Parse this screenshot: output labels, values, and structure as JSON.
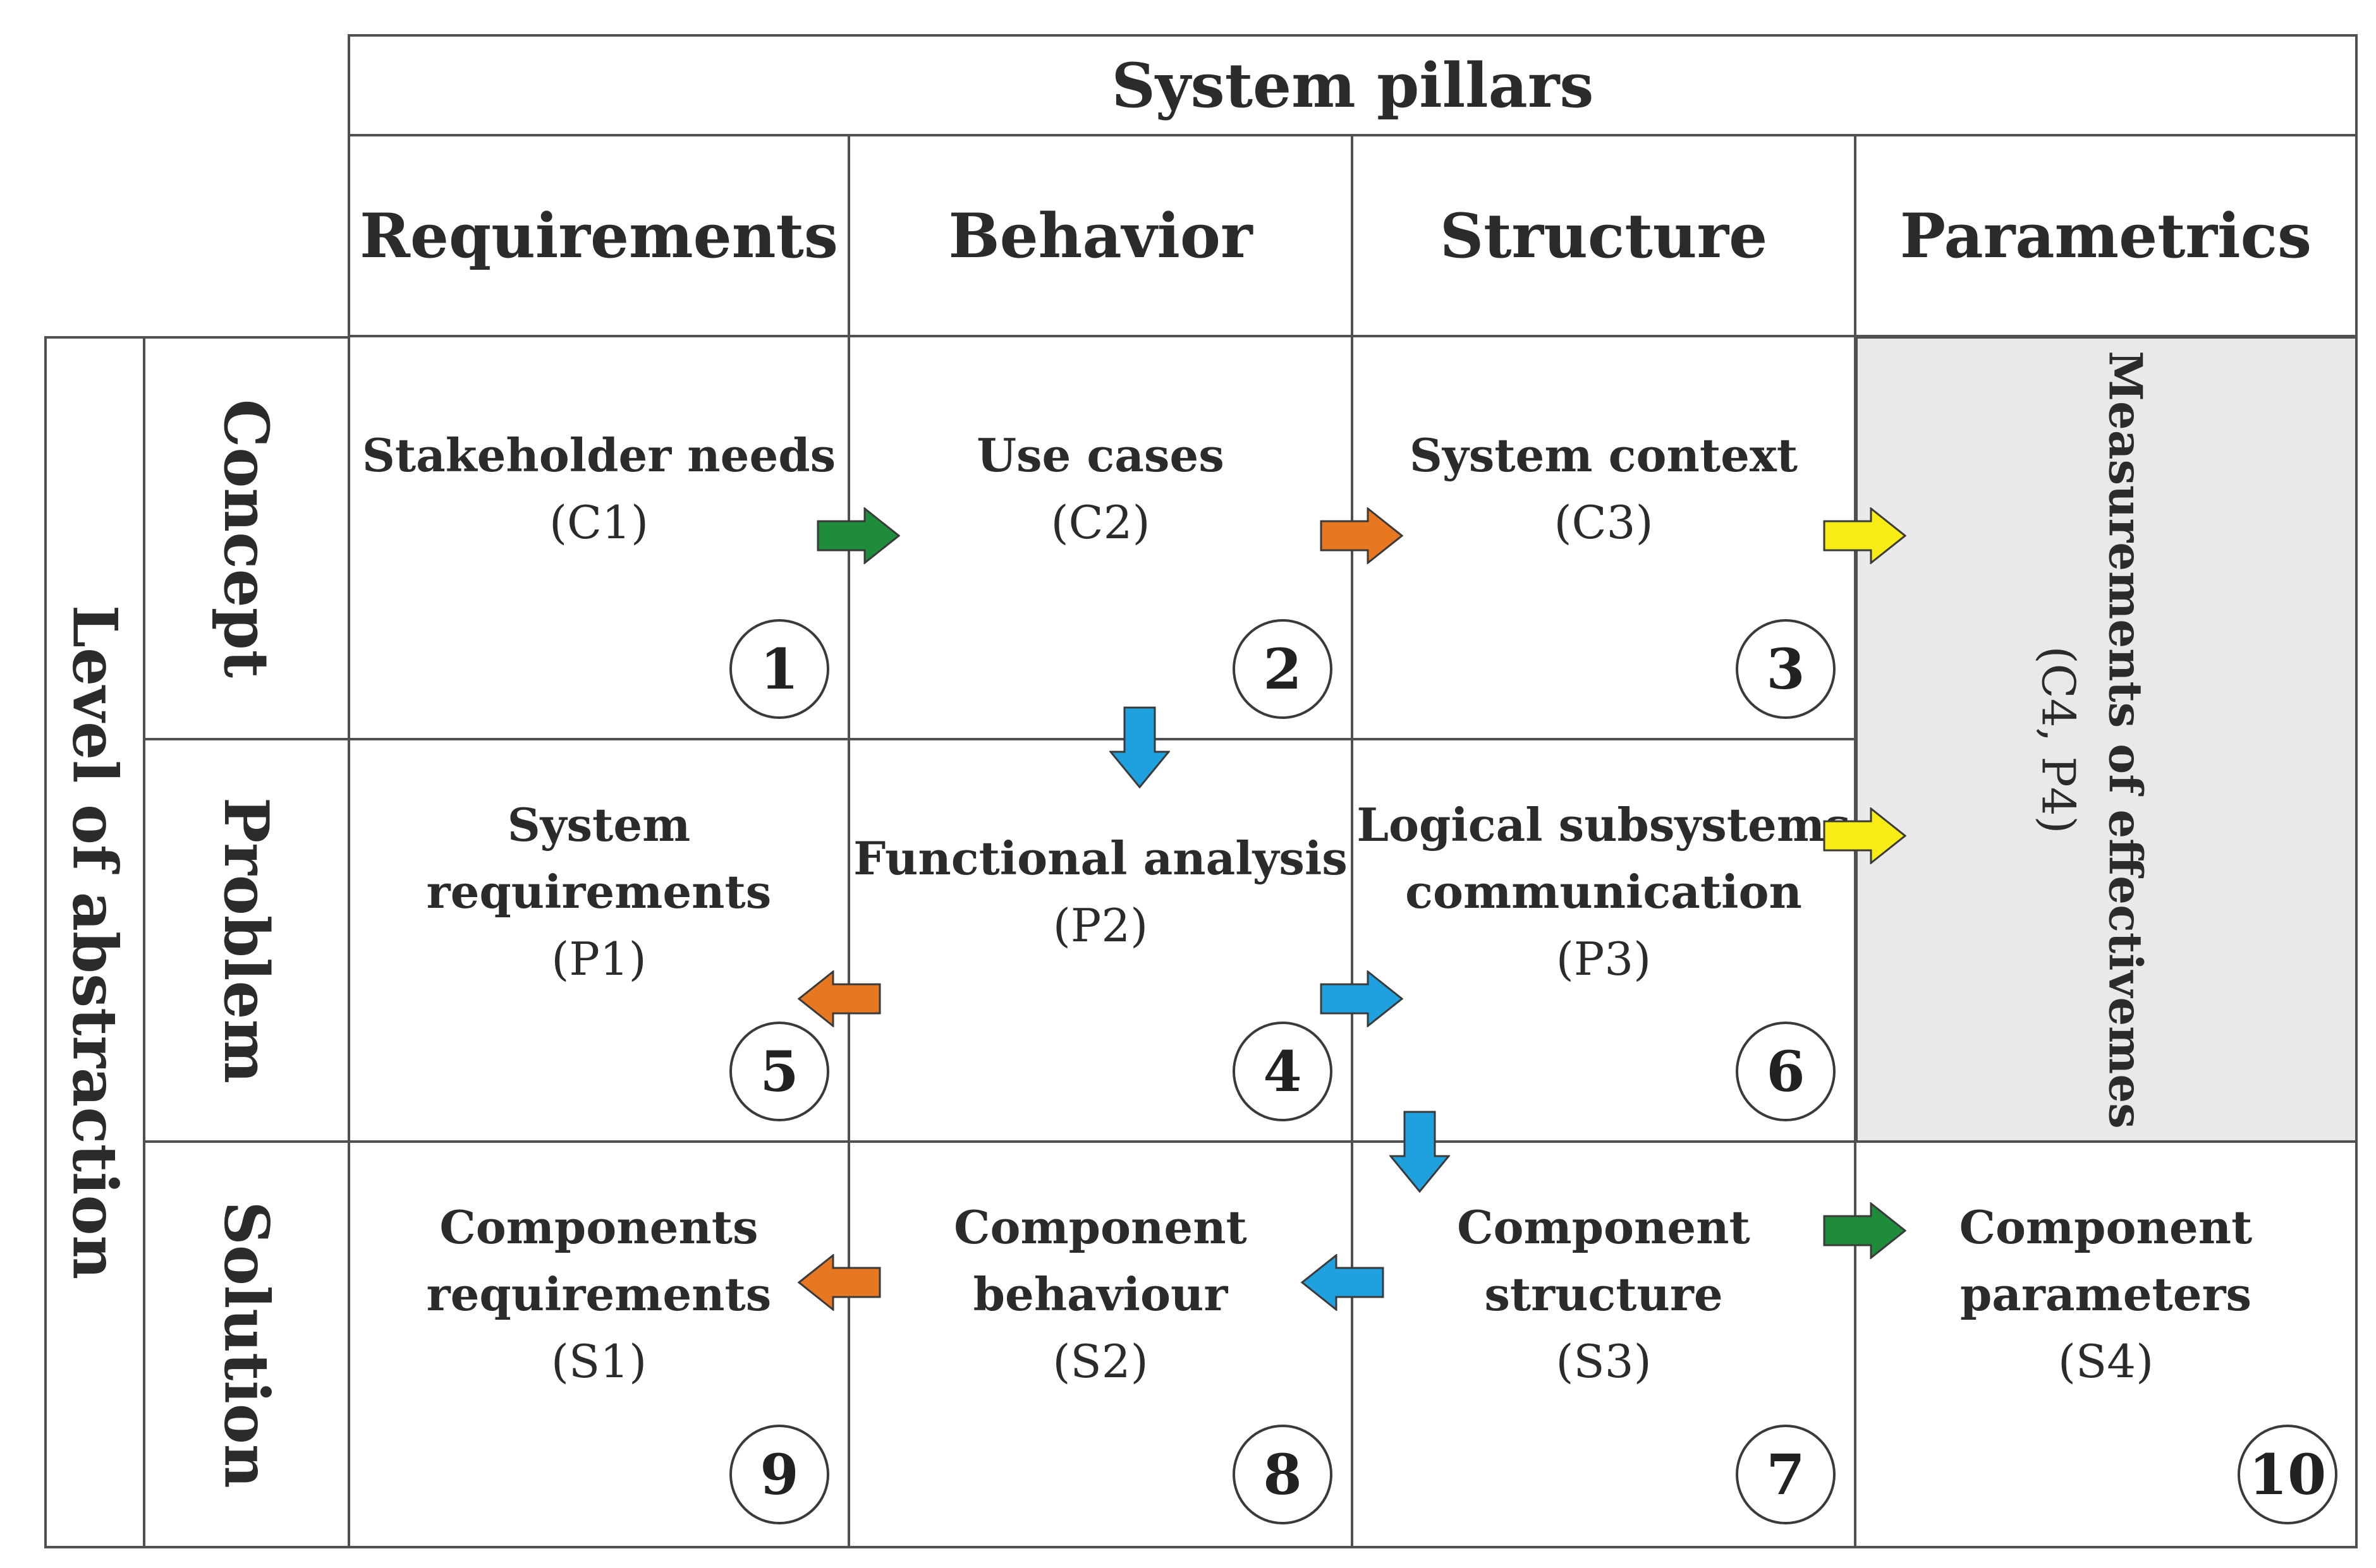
{
  "title": "System pillars",
  "columns": [
    "Requirements",
    "Behavior",
    "Structure",
    "Parametrics"
  ],
  "axis_label": "Level of abstraction",
  "rows": [
    "Concept",
    "Problem",
    "Solution"
  ],
  "cells": [
    {
      "title": "Stakeholder needs",
      "code": "(C1)",
      "number": "1"
    },
    {
      "title": "Use cases",
      "code": "(C2)",
      "number": "2"
    },
    {
      "title": "System context",
      "code": "(C3)",
      "number": "3"
    },
    {
      "title": "System requirements",
      "title_lines": [
        "System",
        "requirements"
      ],
      "code": "(P1)",
      "number": "5"
    },
    {
      "title": "Functional analysis",
      "code": "(P2)",
      "number": "4"
    },
    {
      "title": "Logical subsystems communication",
      "title_lines": [
        "Logical subsystems",
        "communication"
      ],
      "code": "(P3)",
      "number": "6"
    },
    {
      "title": "Components requirements",
      "title_lines": [
        "Components",
        "requirements"
      ],
      "code": "(S1)",
      "number": "9"
    },
    {
      "title": "Component behaviour",
      "title_lines": [
        "Component",
        "behaviour"
      ],
      "code": "(S2)",
      "number": "8"
    },
    {
      "title": "Component structure",
      "title_lines": [
        "Component",
        "structure"
      ],
      "code": "(S3)",
      "number": "7"
    },
    {
      "title": "Component parameters",
      "title_lines": [
        "Component",
        "parameters"
      ],
      "code": "(S4)",
      "number": "10"
    }
  ],
  "merged_cell": {
    "title": "Measurements of effectivemes",
    "code": "(C4, P4)",
    "background": "#e9e9e9"
  },
  "arrows": [
    {
      "from": "C1",
      "to": "C2",
      "color": "#1e8c3a"
    },
    {
      "from": "C2",
      "to": "C3",
      "color": "#e87722"
    },
    {
      "from": "C3",
      "to": "C4",
      "color": "#f7ec13"
    },
    {
      "from": "C2",
      "to": "P2",
      "color": "#1fa1e0"
    },
    {
      "from": "P2",
      "to": "P1",
      "color": "#e87722"
    },
    {
      "from": "P2",
      "to": "P3",
      "color": "#1fa1e0"
    },
    {
      "from": "P3",
      "to": "P4",
      "color": "#f7ec13"
    },
    {
      "from": "P3",
      "to": "S3",
      "color": "#1fa1e0"
    },
    {
      "from": "S3",
      "to": "S2",
      "color": "#1fa1e0"
    },
    {
      "from": "S2",
      "to": "S1",
      "color": "#e87722"
    },
    {
      "from": "S3",
      "to": "S4",
      "color": "#1e8c3a"
    }
  ]
}
